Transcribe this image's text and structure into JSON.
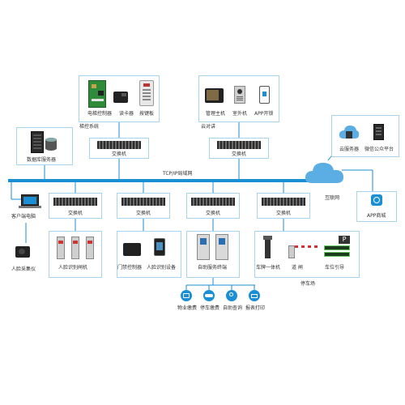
{
  "network": {
    "backbone_label": "TCP/IP局域网",
    "internet_label": "互联网",
    "colors": {
      "backbone": "#1a8fd6",
      "box_border": "#a9d4ee",
      "cloud": "#5aaee3",
      "icon_circle": "#1a8fd6"
    }
  },
  "elevator": {
    "system_label": "梯控系统",
    "devices": [
      "电梯控制器",
      "读卡器",
      "按键板"
    ]
  },
  "intercom": {
    "system_label": "云对讲",
    "devices": [
      "管理主机",
      "室外机",
      "APP开锁"
    ]
  },
  "switch_label": "交换机",
  "database_server": "数据库服务器",
  "cloud_side": {
    "devices": [
      "云服务器",
      "微信公众平台"
    ],
    "app_label": "APP商城"
  },
  "client": {
    "computer_label": "客户端电脑",
    "face_collector_label": "人脸采集仪"
  },
  "face_gate": {
    "label": "人脸识别闸机"
  },
  "access": {
    "devices": [
      "门禁控制器",
      "人脸识别设备"
    ]
  },
  "self_service": {
    "label": "自助服务终端",
    "services": [
      {
        "label": "物业缴费",
        "icon": "wallet-icon"
      },
      {
        "label": "停车缴费",
        "icon": "car-icon"
      },
      {
        "label": "自助查询",
        "icon": "search-person-icon"
      },
      {
        "label": "报表打印",
        "icon": "printer-icon"
      }
    ]
  },
  "parking": {
    "system_label": "停车场",
    "devices": [
      "车牌一体机",
      "道 闸",
      "车位引导"
    ]
  }
}
